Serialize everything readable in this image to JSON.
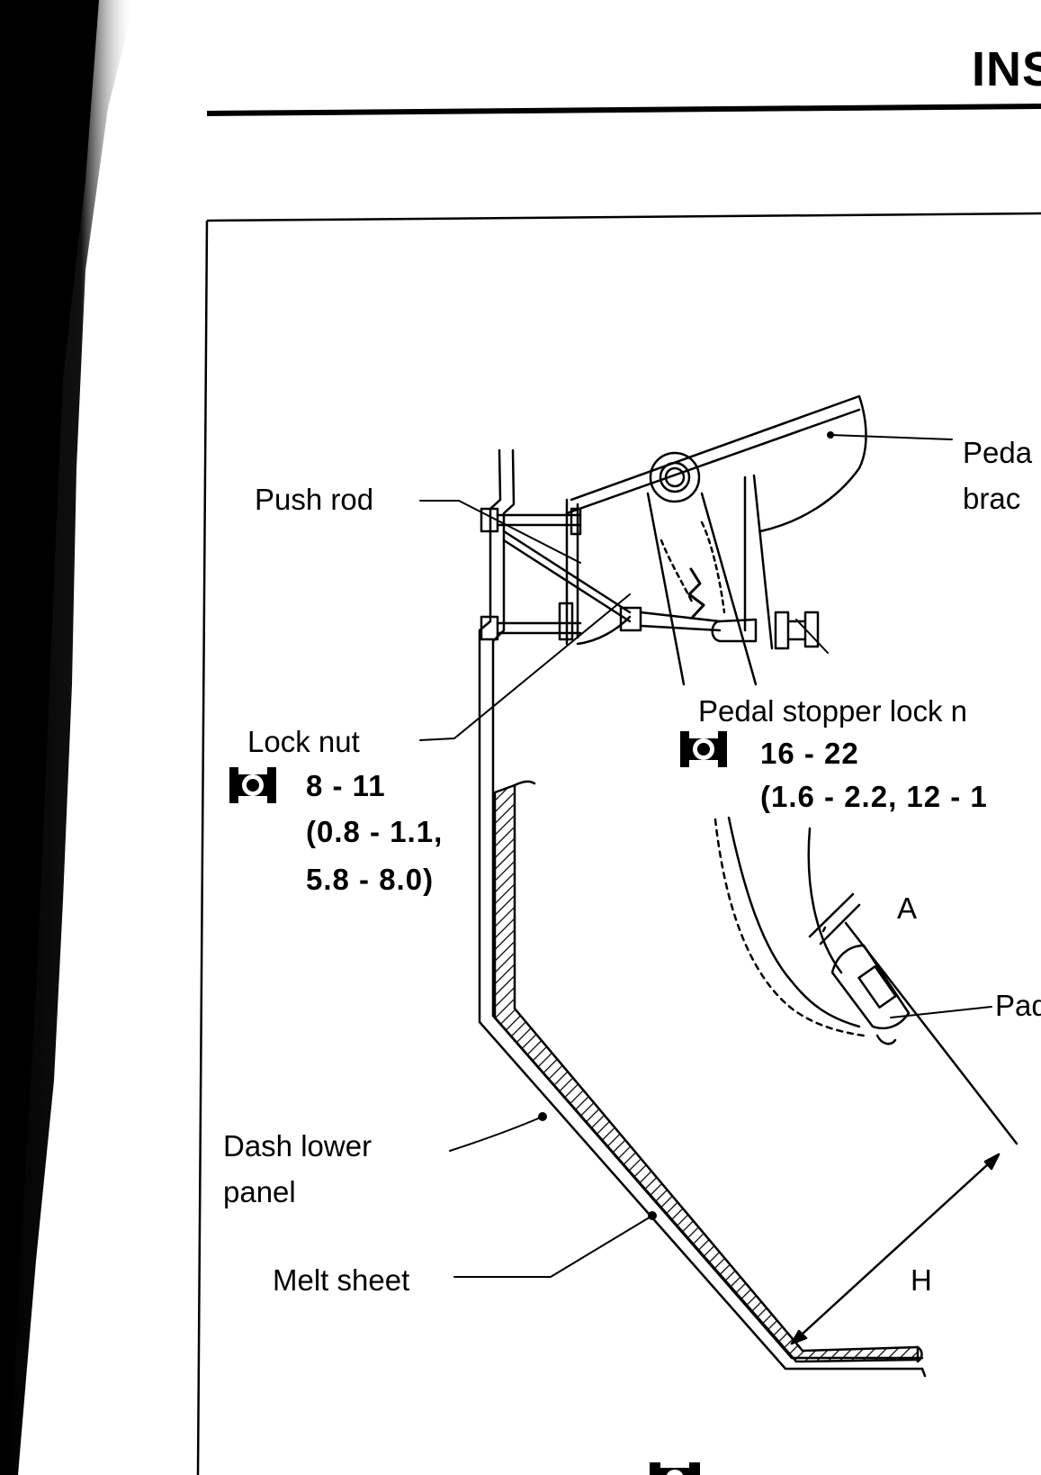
{
  "header": {
    "title": "INS"
  },
  "labels": {
    "push_rod": "Push rod",
    "pedal_bracket_1": "Peda",
    "pedal_bracket_2": "brac",
    "lock_nut": "Lock nut",
    "lock_nut_torque_1": "8 - 11",
    "lock_nut_torque_2": "(0.8 - 1.1,",
    "lock_nut_torque_3": "5.8 - 8.0)",
    "pedal_stopper": "Pedal stopper lock n",
    "stopper_torque_1": "16 - 22",
    "stopper_torque_2": "(1.6 - 2.2, 12 - 1",
    "dim_a": "A",
    "pad": "Pad",
    "dash_lower_1": "Dash lower",
    "dash_lower_2": "panel",
    "melt_sheet": "Melt sheet",
    "dim_h": "H"
  },
  "icons": {
    "torque": "tightening-torque-icon"
  },
  "colors": {
    "ink": "#000000",
    "paper": "#ffffff"
  }
}
